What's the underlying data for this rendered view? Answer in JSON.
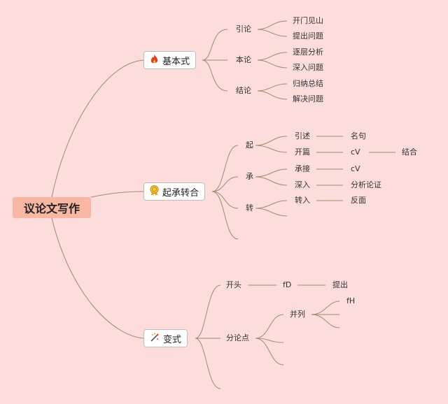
{
  "root": "议论文写作",
  "branches": [
    {
      "title": "基本式",
      "icon": "flame-icon",
      "children": [
        {
          "label": "引论",
          "children": [
            "开门见山",
            "提出问题"
          ]
        },
        {
          "label": "本论",
          "children": [
            "逐层分析",
            "深入问题"
          ]
        },
        {
          "label": "结论",
          "children": [
            "归纳总结",
            "解决问题"
          ]
        }
      ]
    },
    {
      "title": "起承转合",
      "icon": "medal-icon",
      "children": [
        {
          "label": "起",
          "children": [
            {
              "label": "引述",
              "next": "名句"
            },
            {
              "label": "开篇",
              "next": "cV",
              "next2": "结合"
            }
          ]
        },
        {
          "label": "承",
          "children": [
            {
              "label": "承接",
              "next": "cV"
            },
            {
              "label": "深入",
              "next": "分析论证"
            }
          ]
        },
        {
          "label": "转",
          "children": [
            {
              "label": "转入",
              "next": "反面"
            }
          ]
        }
      ]
    },
    {
      "title": "变式",
      "icon": "magic-wand-icon",
      "children": [
        {
          "label": "开头",
          "next": "fD",
          "next2": "提出"
        },
        {
          "label": "分论点",
          "children": [
            {
              "label": "并列",
              "children": [
                "fH"
              ]
            }
          ]
        }
      ]
    }
  ],
  "colors": {
    "background": "#fddcdc",
    "root_fill": "#f8b7a3",
    "line": "#a08a6d",
    "flame": "#e0401f",
    "medal": "#e8a317"
  }
}
